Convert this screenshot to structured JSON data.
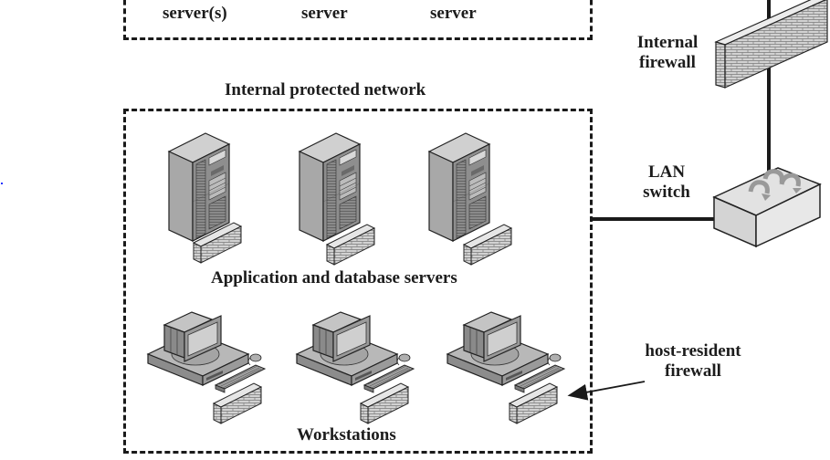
{
  "diagram": {
    "top_zone": {
      "labels": [
        "server(s)",
        "server",
        "server"
      ]
    },
    "internal_firewall": {
      "label_line1": "Internal",
      "label_line2": "firewall"
    },
    "lan_switch": {
      "label_line1": "LAN",
      "label_line2": "switch"
    },
    "internal_network": {
      "title": "Internal protected network",
      "servers_label": "Application and database servers",
      "workstations_label": "Workstations",
      "server_count": 3,
      "workstation_count": 3
    },
    "host_firewall": {
      "label_line1": "host-resident",
      "label_line2": "firewall"
    },
    "colors": {
      "line": "#1a1a1a",
      "device_dark": "#8c8c8c",
      "device_mid": "#b4b4b4",
      "device_light": "#d6d6d6",
      "brick": "#cfcfcf",
      "arrow_gray": "#a0a0a0"
    }
  }
}
